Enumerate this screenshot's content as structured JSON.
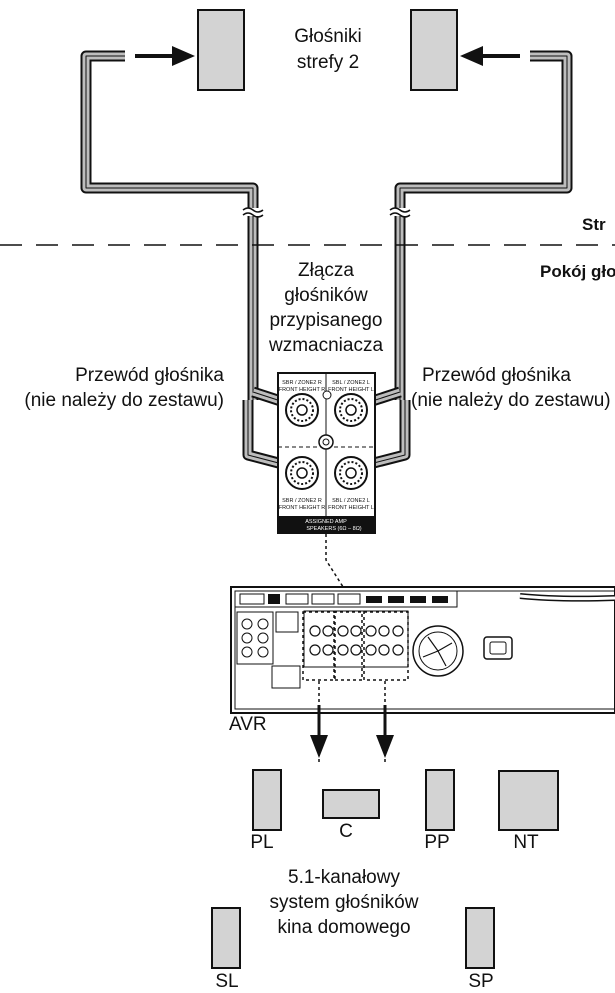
{
  "zone2_speakers_label": [
    "Głośniki",
    "strefy 2"
  ],
  "zone_divider": {
    "upper_label": "Str",
    "lower_label": "Pokój gło"
  },
  "left_wire_label": [
    "Przewód głośnika",
    "(nie należy do zestawu)"
  ],
  "right_wire_label": [
    "Przewód głośnika",
    "(nie należy do zestawu)"
  ],
  "assigned_amp_label": [
    "Złącza",
    "głośników",
    "przypisanego",
    "wzmacniacza"
  ],
  "terminal_panel": {
    "top_left": [
      "SBR / ZONE2 R",
      "FRONT HEIGHT R"
    ],
    "top_right": [
      "SBL / ZONE2 L",
      "FRONT HEIGHT L"
    ],
    "bottom_left": [
      "SBR / ZONE2 R",
      "FRONT HEIGHT R"
    ],
    "bottom_right": [
      "SBL / ZONE2 L",
      "FRONT HEIGHT L"
    ],
    "footer": [
      "ASSIGNED AMP",
      "SPEAKERS (6Ω – 8Ω)"
    ]
  },
  "avr_label": "AVR",
  "speakers": {
    "front_left": "PL",
    "center": "C",
    "front_right": "PP",
    "subwoofer": "NT",
    "surround_left": "SL",
    "surround_right": "SP"
  },
  "system_label": [
    "5.1-kanałowy",
    "system głośników",
    "kina domowego"
  ],
  "colors": {
    "speaker_fill": "#d3d3d3",
    "line": "#111111",
    "wire_fill": "#bdbdbd",
    "panel_footer": "#111111"
  }
}
